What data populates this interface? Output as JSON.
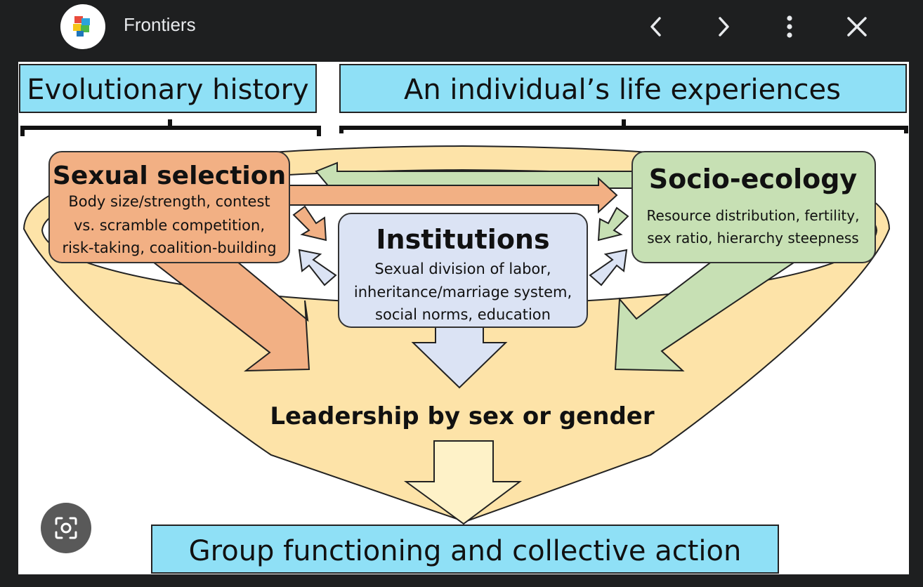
{
  "viewer": {
    "source_name": "Frontiers",
    "logo_icon": "frontiers-logo-icon",
    "prev_icon": "chevron-left-icon",
    "next_icon": "chevron-right-icon",
    "menu_icon": "more-vert-icon",
    "close_icon": "close-icon",
    "lens_icon": "lens-search-icon"
  },
  "figure": {
    "header_left": "Evolutionary history",
    "header_right": "An individual’s life experiences",
    "sexual_selection": {
      "title": "Sexual selection",
      "lines": [
        "Body size/strength, contest",
        "vs. scramble competition,",
        "risk-taking, coalition-building"
      ]
    },
    "socio_ecology": {
      "title": "Socio-ecology",
      "lines": [
        "Resource distribution, fertility,",
        "sex ratio, hierarchy steepness"
      ]
    },
    "institutions": {
      "title": "Institutions",
      "lines": [
        "Sexual division of labor,",
        "inheritance/marriage system,",
        "social norms, education"
      ]
    },
    "center_label": "Leadership by sex or gender",
    "bottom_label": "Group functioning and collective action",
    "colors": {
      "light_blue_box": "#8fe0f6",
      "sexual_selection": "#f2b084",
      "socio_ecology": "#c7e0b4",
      "institutions": "#dbe3f4",
      "funnel": "#fde3a8"
    }
  }
}
